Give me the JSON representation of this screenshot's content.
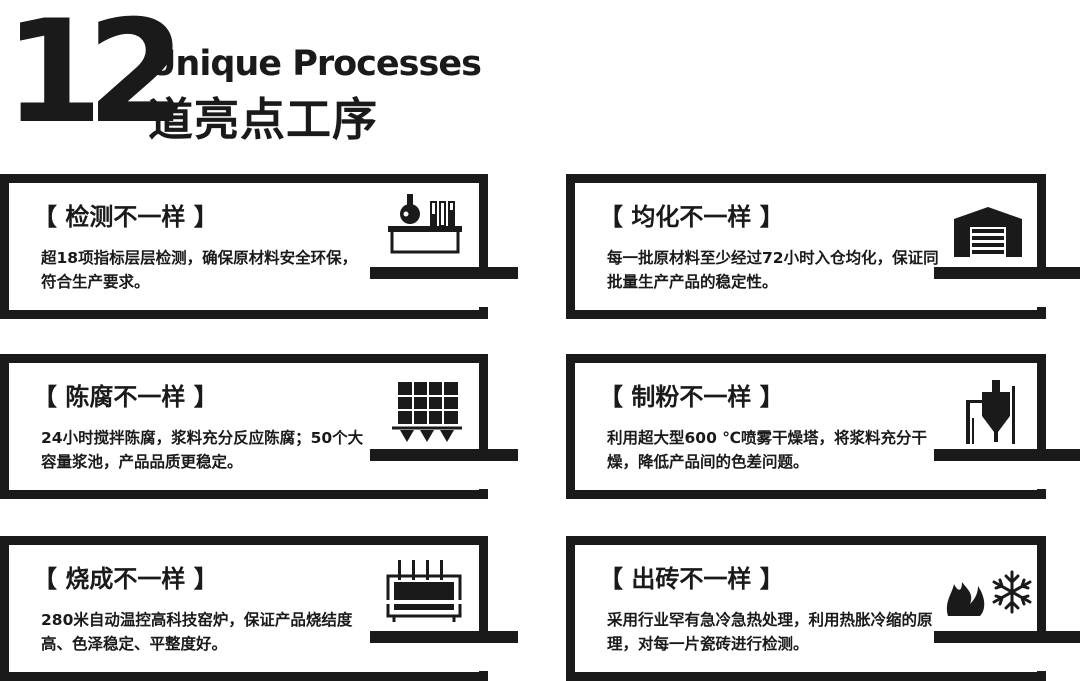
{
  "header": {
    "number": "12",
    "title_en": "Unique Processes",
    "title_zh": "道亮点工序"
  },
  "cards": [
    {
      "title": "【 检测不一样 】",
      "desc": "超18项指标层层检测，确保原材料安全环保，符合生产要求。",
      "icon": "lab-flask-icon"
    },
    {
      "title": "【 均化不一样 】",
      "desc": "每一批原材料至少经过72小时入仓均化，保证同批量生产产品的稳定性。",
      "icon": "warehouse-icon"
    },
    {
      "title": "【 陈腐不一样 】",
      "desc": "24小时搅拌陈腐，浆料充分反应陈腐；50个大容量浆池，产品品质更稳定。",
      "icon": "slurry-tank-icon"
    },
    {
      "title": "【 制粉不一样 】",
      "desc": "利用超大型600 ℃喷雾干燥塔，将浆料充分干燥，降低产品间的色差问题。",
      "icon": "spray-tower-icon"
    },
    {
      "title": "【 烧成不一样 】",
      "desc": "280米自动温控高科技窑炉，保证产品烧结度高、色泽稳定、平整度好。",
      "icon": "kiln-icon"
    },
    {
      "title": "【 出砖不一样 】",
      "desc": "采用行业罕有急冷急热处理，利用热胀冷缩的原理，对每一片瓷砖进行检测。",
      "icon": "fire-snowflake-icon"
    }
  ]
}
